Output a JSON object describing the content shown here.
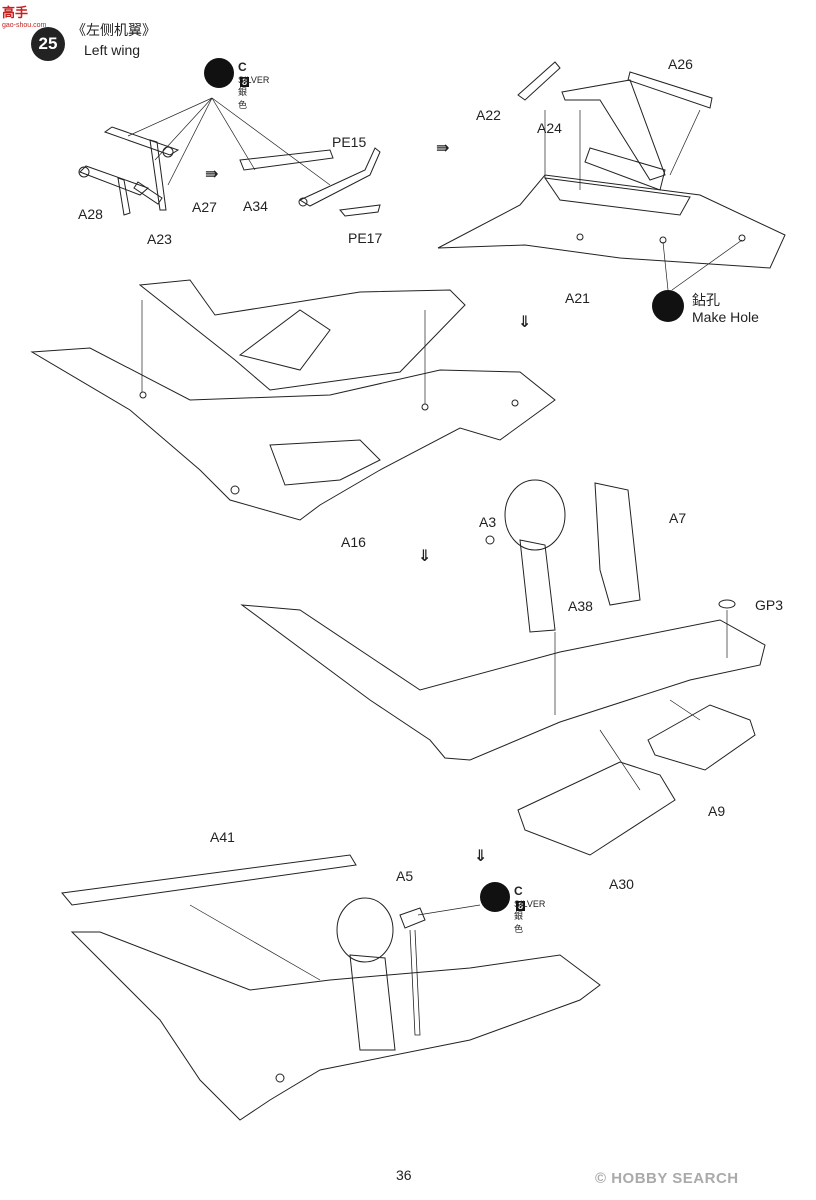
{
  "header": {
    "site_logo": "高手",
    "site_sub": "gao-shou.com",
    "step_number": "25",
    "title_cn": "《左侧机翼》",
    "title_en": "Left wing"
  },
  "paint_callouts": [
    {
      "code": "C",
      "number": "8",
      "name_en": "SILVER",
      "name_cn": "銀色"
    },
    {
      "code": "C",
      "number": "8",
      "name_en": "SILVER",
      "name_cn": "銀色"
    }
  ],
  "make_hole": {
    "cn": "鉆孔",
    "en": "Make Hole"
  },
  "part_labels": {
    "a28": "A28",
    "a27": "A27",
    "a23": "A23",
    "a34": "A34",
    "pe15": "PE15",
    "pe17": "PE17",
    "a22": "A22",
    "a24": "A24",
    "a26": "A26",
    "a21": "A21",
    "a16": "A16",
    "a3": "A3",
    "a7": "A7",
    "a38": "A38",
    "gp3": "GP3",
    "a9": "A9",
    "a30": "A30",
    "a41": "A41",
    "a5": "A5"
  },
  "footer": {
    "page_number": "36",
    "watermark": "© HOBBY SEARCH"
  }
}
